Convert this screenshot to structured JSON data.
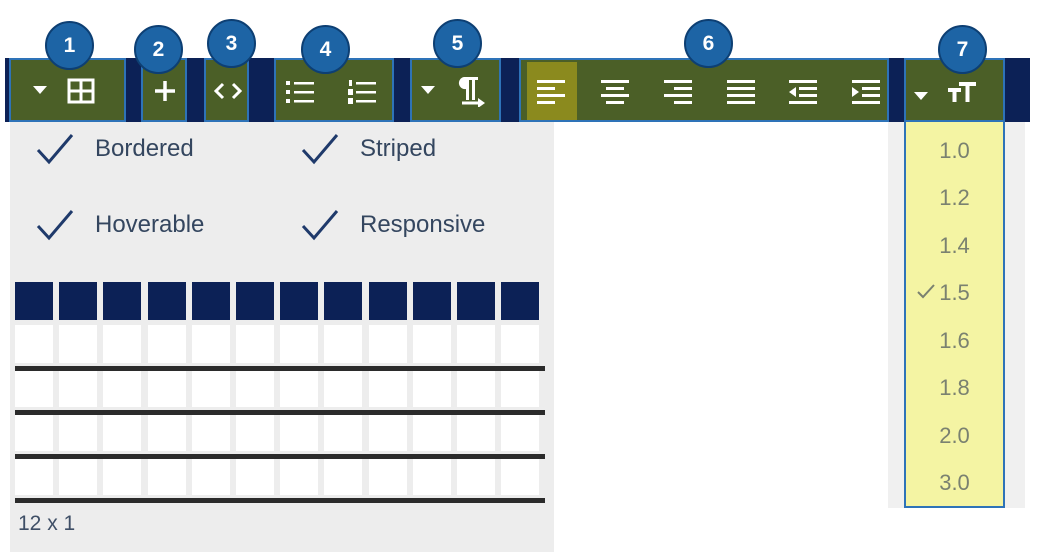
{
  "badges": [
    "1",
    "2",
    "3",
    "4",
    "5",
    "6",
    "7"
  ],
  "toolbar": {
    "table_icon": "table-grid-icon",
    "add_icon": "plus-icon",
    "code_icon": "code-icon",
    "list_icons": [
      "unordered-list-icon",
      "ordered-list-icon"
    ],
    "paragraph_icon": "paragraph-direction-icon",
    "align_icons": [
      "align-left-icon",
      "align-center-icon",
      "align-right-icon",
      "align-justify-icon",
      "outdent-icon",
      "indent-icon"
    ],
    "line_height_icon": "line-height-icon"
  },
  "table_options": [
    {
      "label": "Bordered",
      "checked": true
    },
    {
      "label": "Striped",
      "checked": true
    },
    {
      "label": "Hoverable",
      "checked": true
    },
    {
      "label": "Responsive",
      "checked": true
    }
  ],
  "table_grid": {
    "columns": 12,
    "rows": 1,
    "size_label": "12 x 1"
  },
  "line_height_menu": {
    "options": [
      "1.0",
      "1.2",
      "1.4",
      "1.5",
      "1.6",
      "1.8",
      "2.0",
      "3.0"
    ],
    "selected": "1.5"
  },
  "colors": {
    "toolbar": "#0c2156",
    "group": "#4b5f27",
    "badge": "#1d64a5",
    "highlight": "#f4f4a3",
    "active_align": "#8b8a1e"
  }
}
